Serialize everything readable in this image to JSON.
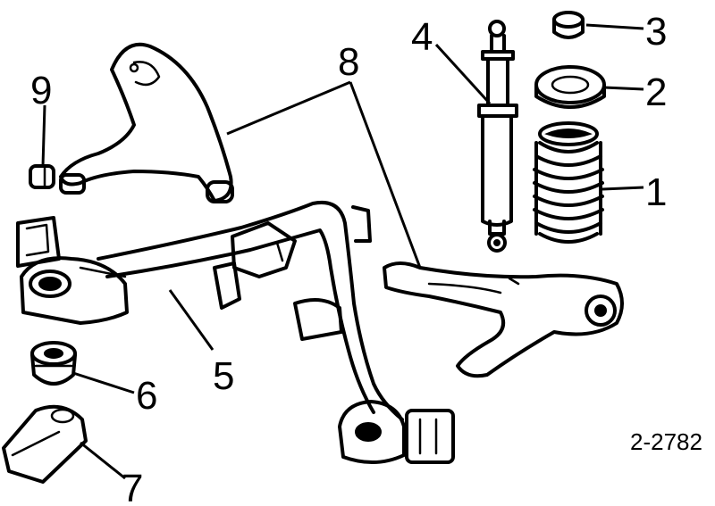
{
  "diagram": {
    "reference_code": "2-2782",
    "callouts": [
      {
        "id": "coil-spring",
        "label": "1"
      },
      {
        "id": "spring-seat",
        "label": "2"
      },
      {
        "id": "bump-stop",
        "label": "3"
      },
      {
        "id": "shock-absorber",
        "label": "4"
      },
      {
        "id": "subframe",
        "label": "5"
      },
      {
        "id": "bushing",
        "label": "6"
      },
      {
        "id": "bracket",
        "label": "7"
      },
      {
        "id": "control-arm",
        "label": "8"
      },
      {
        "id": "arm-bushing",
        "label": "9"
      }
    ],
    "colors": {
      "ink": "#000000",
      "paper": "#ffffff"
    }
  }
}
